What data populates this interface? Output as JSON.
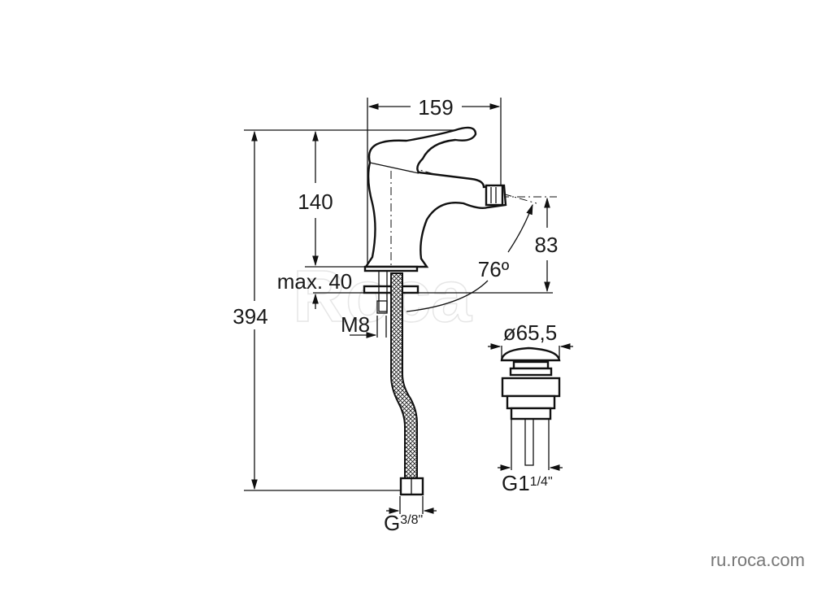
{
  "dimensions": {
    "width_total": "159",
    "height_total": "394",
    "height_spout_top": "140",
    "max_deck": "max. 40",
    "spout_height": "83",
    "spray_angle": "76º",
    "thread_rod": "M8",
    "waste_diameter": "ø65,5",
    "waste_thread_main": "G1",
    "waste_thread_frac": "1/4",
    "waste_thread_unit": "\"",
    "hose_thread_main": "G",
    "hose_thread_frac": "3/8",
    "hose_thread_unit": "\""
  },
  "watermark": "Roca",
  "website": "ru.roca.com"
}
